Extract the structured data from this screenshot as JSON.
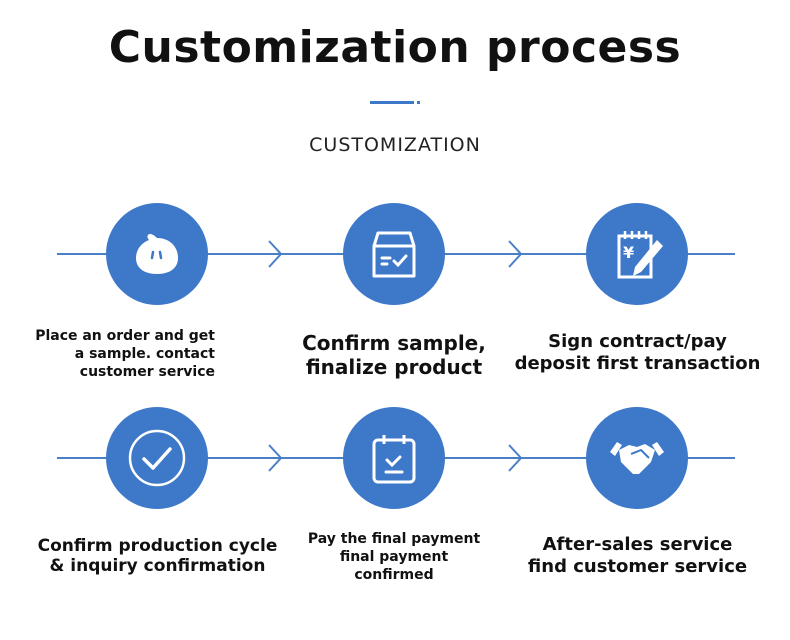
{
  "title": "Customization process",
  "subtitle": "CUSTOMIZATION",
  "accent": "#3d78c9",
  "steps": [
    {
      "icon": "chat-bubble-icon",
      "lines": [
        "Place an order and get",
        "a sample. contact",
        "customer service"
      ]
    },
    {
      "icon": "box-check-icon",
      "lines": [
        "Confirm sample,",
        "finalize product"
      ]
    },
    {
      "icon": "contract-pen-icon",
      "lines": [
        "Sign contract/pay",
        "deposit first transaction"
      ]
    },
    {
      "icon": "check-circle-icon",
      "lines": [
        "Confirm production cycle",
        "& inquiry confirmation"
      ]
    },
    {
      "icon": "calendar-check-icon",
      "lines": [
        "Pay the final payment",
        "final payment",
        "confirmed"
      ]
    },
    {
      "icon": "handshake-icon",
      "lines": [
        "After-sales service",
        "find customer service"
      ]
    }
  ]
}
